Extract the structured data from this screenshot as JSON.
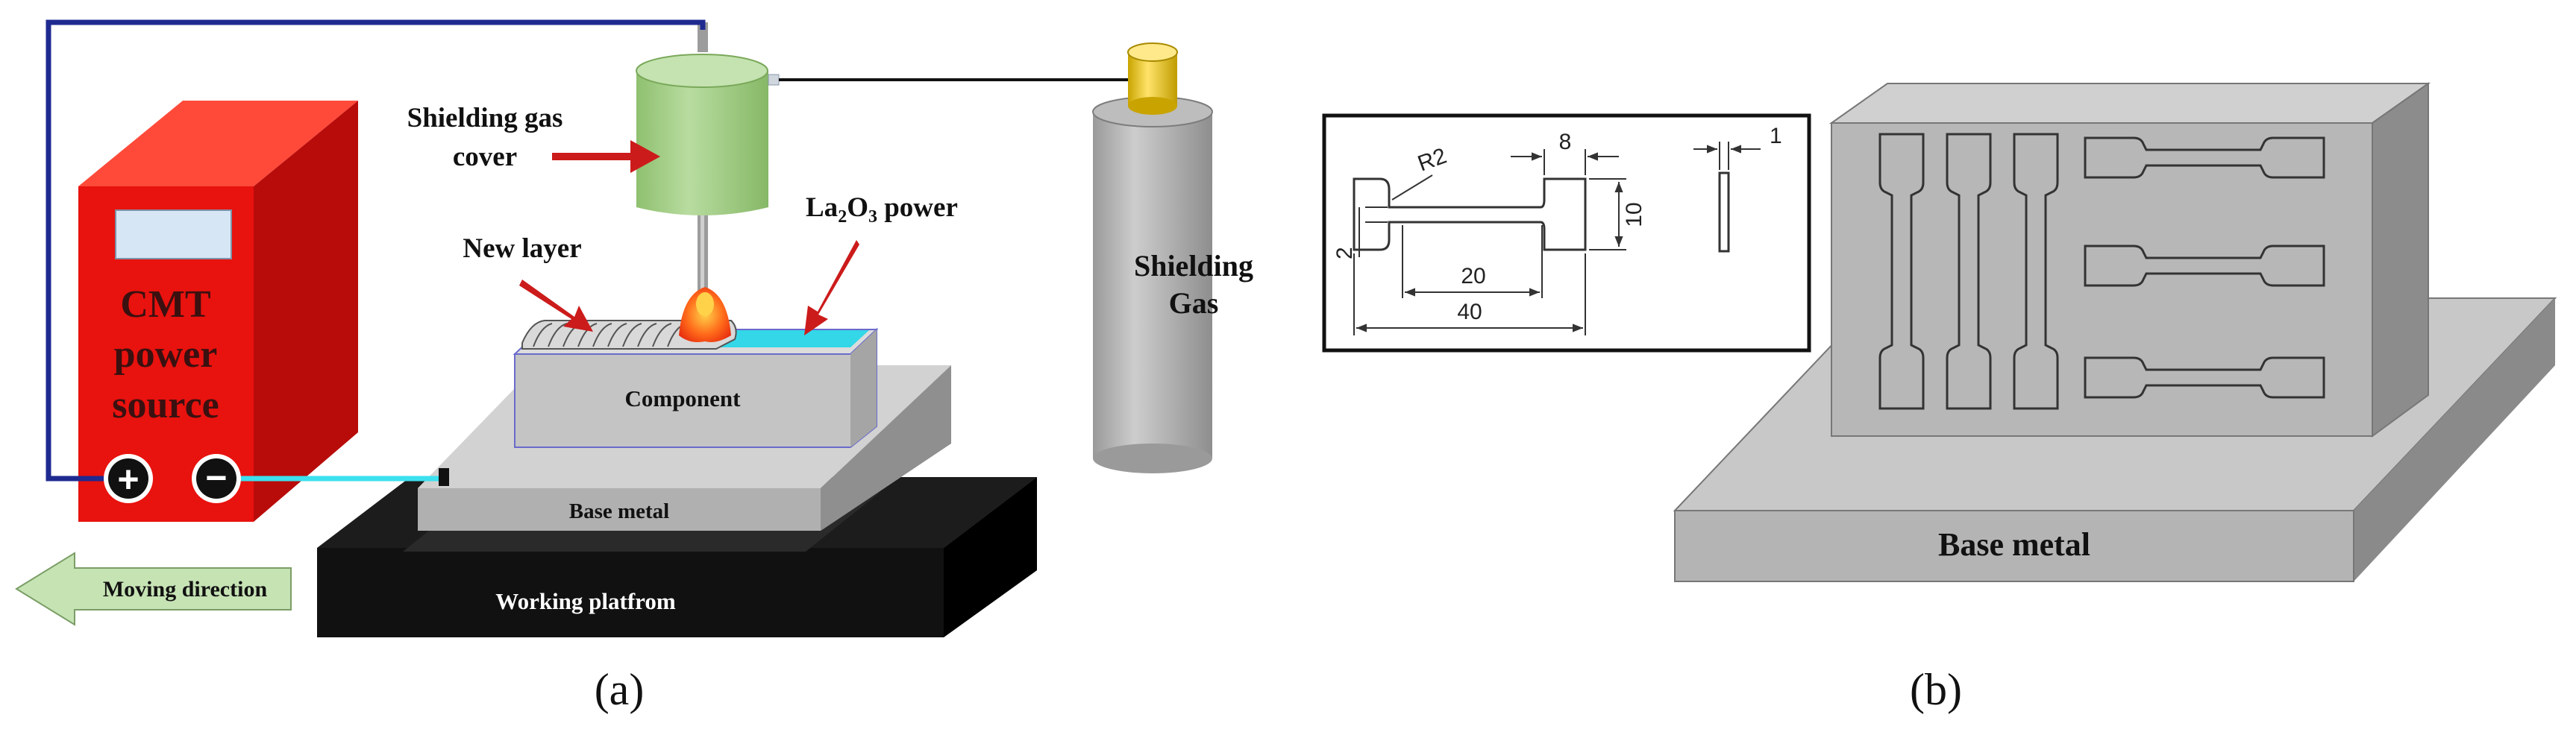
{
  "panel_a": {
    "caption": "(a)",
    "power_source": {
      "label_line1": "CMT",
      "label_line2": "power",
      "label_line3": "source",
      "plus": "+",
      "minus": "−"
    },
    "shielding_gas_cover": {
      "label_line1": "Shielding gas",
      "label_line2": "cover"
    },
    "new_layer": "New layer",
    "la2o3": {
      "prefix": "La",
      "sub1": "2",
      "mid": "O",
      "sub2": "3",
      "suffix": " power"
    },
    "component": "Component",
    "base_metal": "Base metal",
    "working_platform": "Working platfrom",
    "moving_direction": "Moving direction",
    "gas_cylinder": {
      "label_line1": "Shielding",
      "label_line2": "Gas"
    }
  },
  "panel_b": {
    "caption": "(b)",
    "base_metal": "Base metal",
    "drawing": {
      "radius": "R2",
      "grip_width": "8",
      "thickness": "1",
      "gauge_height": "2",
      "total_height": "10",
      "gauge_length": "20",
      "total_length": "40"
    }
  },
  "colors": {
    "power_red": "#e8120e",
    "power_red_dark": "#b80c0a",
    "cover_green": "#a8d08d",
    "molten": "#ff5a1f",
    "powder_cyan": "#33d7e8",
    "cable_blue": "#1f2a90",
    "cable_cyan": "#3ce0ee",
    "arrow_red": "#cc1b1b",
    "platform_black": "#111111",
    "metal_grey": "#c2c2c2",
    "arrow_green": "#c6e3b4"
  }
}
